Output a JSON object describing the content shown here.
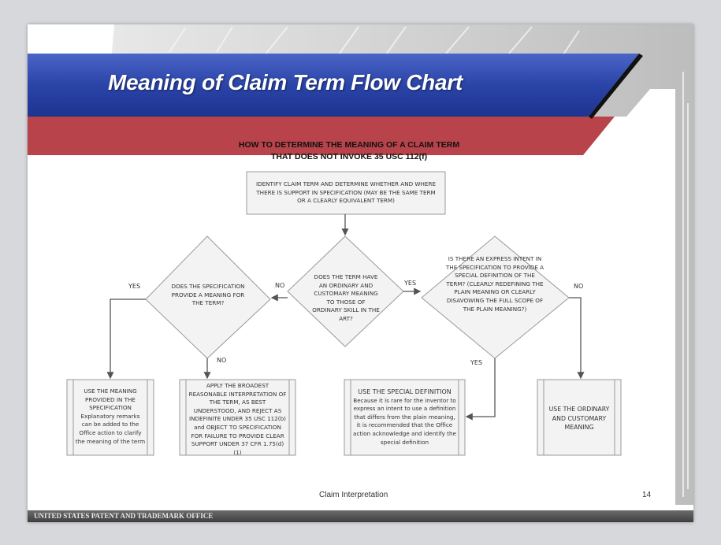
{
  "slide": {
    "title": "Meaning of Claim Term Flow Chart",
    "heading_line1": "HOW TO DETERMINE THE MEANING OF A CLAIM TERM",
    "heading_line2": "THAT DOES NOT INVOKE 35 USC 112(f)",
    "footer_center": "Claim Interpretation",
    "page_number": "14",
    "footer_org": "UNITED STATES PATENT AND TRADEMARK OFFICE"
  },
  "flowchart": {
    "start": "IDENTIFY CLAIM TERM AND DETERMINE WHETHER AND WHERE THERE IS SUPPORT IN SPECIFICATION (MAY BE THE SAME TERM OR A CLEARLY EQUIVALENT TERM)",
    "decision_center": "DOES THE TERM HAVE AN ORDINARY AND CUSTOMARY MEANING TO THOSE OF ORDINARY SKILL IN THE ART?",
    "decision_left": "DOES THE SPECIFICATION PROVIDE A MEANING FOR THE TERM?",
    "decision_right": "IS THERE AN EXPRESS INTENT IN THE SPECIFICATION TO PROVIDE A SPECIAL DEFINITION OF THE TERM?  (CLEARLY REDEFINING THE PLAIN MEANING OR CLEARLY DISAVOWING THE FULL SCOPE OF THE PLAIN MEANING?)",
    "labels": {
      "center_no": "NO",
      "center_yes": "YES",
      "left_yes": "YES",
      "left_no": "NO",
      "right_no": "NO",
      "right_yes": "YES"
    },
    "box1_title": "USE THE MEANING PROVIDED IN THE SPECIFICATION",
    "box1_note": "Explanatory remarks can be added to the Office action to clarify the meaning of the term",
    "box2": "APPLY THE BROADEST REASONABLE INTERPRETATION OF THE TERM, AS BEST UNDERSTOOD, AND REJECT AS INDEFINITE UNDER 35 USC 112(b) and OBJECT TO SPECIFICATION FOR FAILURE TO PROVIDE CLEAR SUPPORT UNDER 37 CFR 1.75(d)(1)",
    "box3_title": "USE THE SPECIAL DEFINITION",
    "box3_note": "Because it is rare for the inventor to express an intent to use a definition that differs from the plain meaning, it is recommended that the Office action acknowledge and identify the special definition",
    "box4": "USE THE ORDINARY AND CUSTOMARY MEANING"
  },
  "colors": {
    "header_blue": "#2a44a8",
    "accent_red": "#b8434a",
    "line": "#555555"
  }
}
